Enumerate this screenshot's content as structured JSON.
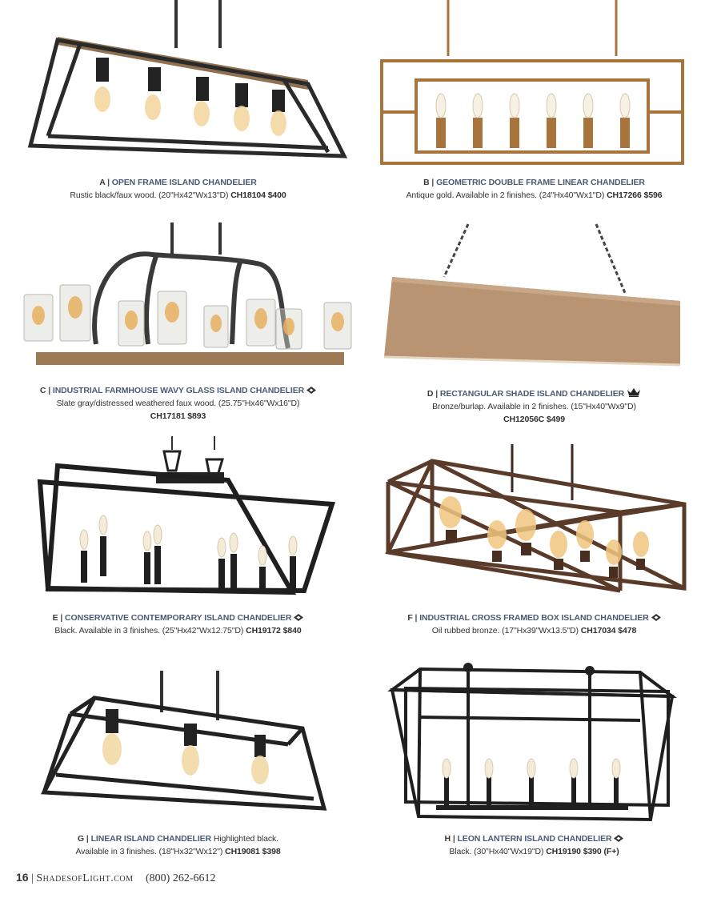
{
  "products": [
    {
      "letter": "A",
      "name": "OPEN FRAME ISLAND CHANDELIER",
      "desc": "Rustic black/faux wood. (20\"Hx42\"Wx13\"D)",
      "sku": "CH18104",
      "price": "$400",
      "badge": ""
    },
    {
      "letter": "B",
      "name": "GEOMETRIC DOUBLE FRAME LINEAR CHANDELIER",
      "desc": "Antique gold. Available in 2 finishes. (24\"Hx40\"Wx1\"D)",
      "sku": "CH17266",
      "price": "$596",
      "badge": ""
    },
    {
      "letter": "C",
      "name": "INDUSTRIAL FARMHOUSE WAVY GLASS ISLAND CHANDELIER",
      "desc": "Slate gray/distressed weathered faux wood. (25.75\"Hx46\"Wx16\"D)",
      "sku": "CH17181",
      "price": "$893",
      "badge": "diamond-icon"
    },
    {
      "letter": "D",
      "name": "RECTANGULAR SHADE ISLAND CHANDELIER",
      "desc": "Bronze/burlap. Available in 2 finishes. (15\"Hx40\"Wx9\"D)",
      "sku": "CH12056C",
      "price": "$499",
      "badge": "crown-icon"
    },
    {
      "letter": "E",
      "name": "CONSERVATIVE CONTEMPORARY ISLAND CHANDELIER",
      "desc": "Black. Available in 3 finishes. (25\"Hx42\"Wx12.75\"D)",
      "sku": "CH19172",
      "price": "$840",
      "badge": "diamond-icon"
    },
    {
      "letter": "F",
      "name": "INDUSTRIAL CROSS FRAMED BOX ISLAND CHANDELIER",
      "desc": "Oil rubbed bronze. (17\"Hx39\"Wx13.5\"D)",
      "sku": "CH17034",
      "price": "$478",
      "badge": "diamond-icon"
    },
    {
      "letter": "G",
      "name": "LINEAR ISLAND CHANDELIER",
      "note": "Highlighted black.",
      "desc": "Available in 3 finishes. (18\"Hx32\"Wx12\")",
      "sku": "CH19081",
      "price": "$398",
      "badge": ""
    },
    {
      "letter": "H",
      "name": "LEON LANTERN ISLAND CHANDELIER",
      "desc": "Black. (30\"Hx40\"Wx19\"D)",
      "sku": "CH19190",
      "price": "$390 (F+)",
      "badge": "diamond-icon"
    }
  ],
  "footer": {
    "page": "16",
    "separator": "|",
    "brand": "ShadesofLight.com",
    "phone": "(800) 262-6612"
  },
  "colors": {
    "black_iron": "#2a2a2a",
    "wood": "#9c7a55",
    "gold": "#a8743c",
    "burlap": "#b89473",
    "bronze": "#5a3a28",
    "title_blue": "#4a5a70"
  }
}
